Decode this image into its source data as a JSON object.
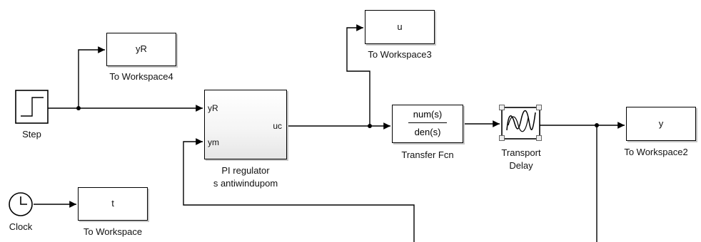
{
  "blocks": {
    "step": {
      "caption": "Step"
    },
    "clock": {
      "caption": "Clock"
    },
    "to_workspace_yr": {
      "value": "yR",
      "caption": "To Workspace4"
    },
    "to_workspace_t": {
      "value": "t",
      "caption": "To Workspace"
    },
    "pi_regulator": {
      "port_in1": "yR",
      "port_in2": "ym",
      "port_out": "uc",
      "caption_line1": "PI regulator",
      "caption_line2": "s antiwindupom"
    },
    "to_workspace_u": {
      "value": "u",
      "caption": "To Workspace3"
    },
    "transfer_fcn": {
      "numerator": "num(s)",
      "denominator": "den(s)",
      "caption": "Transfer Fcn"
    },
    "transport_delay": {
      "caption_line1": "Transport",
      "caption_line2": "Delay"
    },
    "to_workspace_y": {
      "value": "y",
      "caption": "To Workspace2"
    }
  }
}
